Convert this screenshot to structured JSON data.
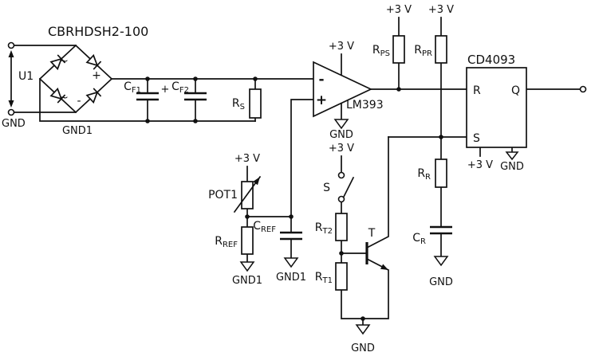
{
  "power": {
    "vcc": "+3 V",
    "gnd": "GND",
    "gnd1": "GND1"
  },
  "bridge": {
    "part": "CBRHDSH2-100",
    "source": "U1",
    "ac_mark": "~",
    "plus_mark": "+",
    "minus_mark": "-"
  },
  "comparator": {
    "part": "LM393",
    "inv": "-",
    "noninv": "+"
  },
  "nand_ic": {
    "part": "CD4093",
    "pin_r": "R",
    "pin_s": "S",
    "pin_q": "Q"
  },
  "components": {
    "cf1": {
      "ref": "C",
      "sub": "F1",
      "polarity": "+"
    },
    "cf2": {
      "ref": "C",
      "sub": "F2"
    },
    "rs": {
      "ref": "R",
      "sub": "S"
    },
    "rps": {
      "ref": "R",
      "sub": "PS"
    },
    "rpr": {
      "ref": "R",
      "sub": "PR"
    },
    "pot1": {
      "ref": "POT1"
    },
    "rref": {
      "ref": "R",
      "sub": "REF"
    },
    "cref": {
      "ref": "C",
      "sub": "REF"
    },
    "switch": {
      "ref": "S"
    },
    "rt2": {
      "ref": "R",
      "sub": "T2"
    },
    "rt1": {
      "ref": "R",
      "sub": "T1"
    },
    "transistor": {
      "ref": "T"
    },
    "rr": {
      "ref": "R",
      "sub": "R"
    },
    "cr": {
      "ref": "C",
      "sub": "R"
    }
  }
}
